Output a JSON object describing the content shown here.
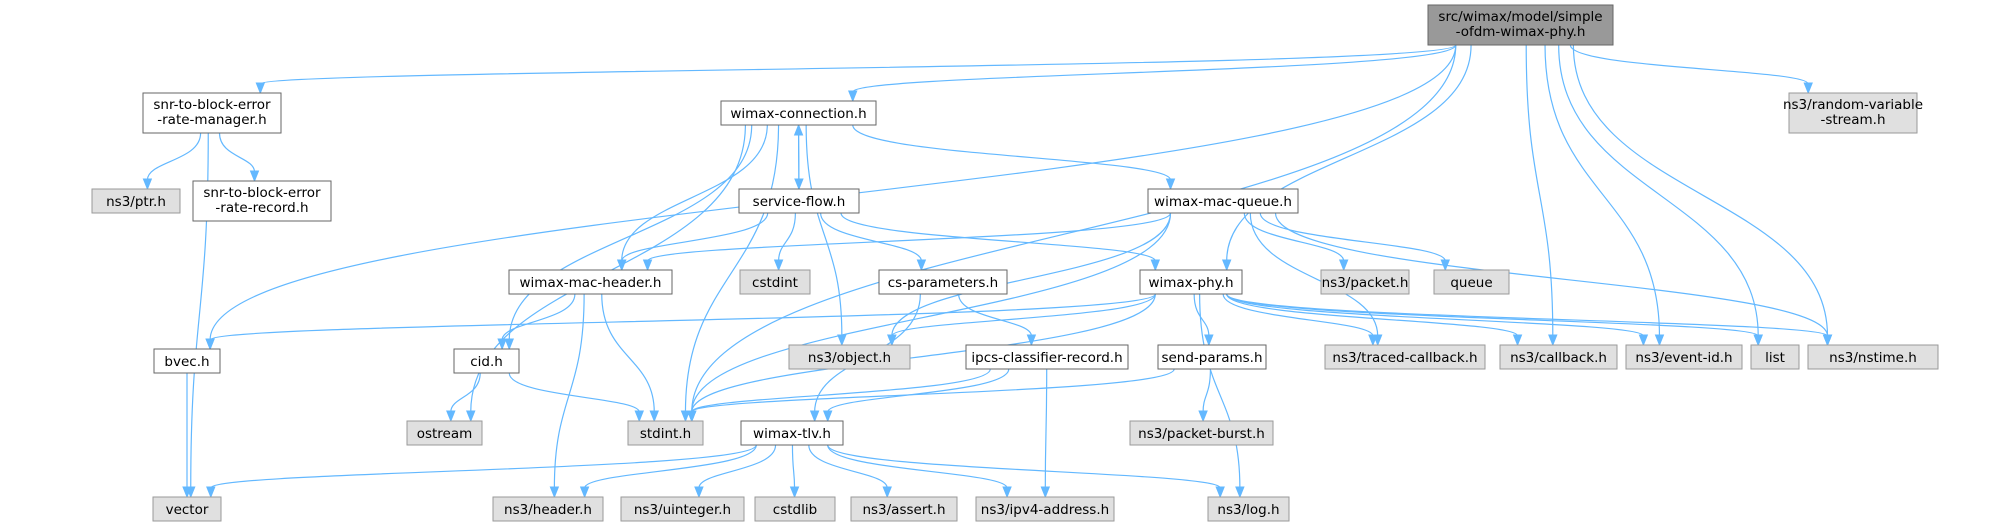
{
  "diagram": {
    "type": "include-dependency-graph",
    "colors": {
      "root_fill": "#999999",
      "root_border": "#666666",
      "documented_fill": "#ffffff",
      "documented_border": "#666666",
      "external_fill": "#e0e0e0",
      "external_border": "#999999",
      "edge": "#63b8ff"
    },
    "nodes": [
      {
        "id": "root",
        "lines": [
          "src/wimax/model/simple",
          "-ofdm-wimax-phy.h"
        ],
        "kind": "root"
      },
      {
        "id": "snr_mgr",
        "lines": [
          "snr-to-block-error",
          "-rate-manager.h"
        ],
        "kind": "documented"
      },
      {
        "id": "wimax_conn",
        "lines": [
          "wimax-connection.h"
        ],
        "kind": "documented"
      },
      {
        "id": "rand_var",
        "lines": [
          "ns3/random-variable",
          "-stream.h"
        ],
        "kind": "external"
      },
      {
        "id": "ptr",
        "lines": [
          "ns3/ptr.h"
        ],
        "kind": "external"
      },
      {
        "id": "snr_rec",
        "lines": [
          "snr-to-block-error",
          "-rate-record.h"
        ],
        "kind": "documented"
      },
      {
        "id": "service_flow",
        "lines": [
          "service-flow.h"
        ],
        "kind": "documented"
      },
      {
        "id": "mac_queue",
        "lines": [
          "wimax-mac-queue.h"
        ],
        "kind": "documented"
      },
      {
        "id": "mac_header",
        "lines": [
          "wimax-mac-header.h"
        ],
        "kind": "documented"
      },
      {
        "id": "cstdint",
        "lines": [
          "cstdint"
        ],
        "kind": "external"
      },
      {
        "id": "cs_params",
        "lines": [
          "cs-parameters.h"
        ],
        "kind": "documented"
      },
      {
        "id": "wimax_phy",
        "lines": [
          "wimax-phy.h"
        ],
        "kind": "documented"
      },
      {
        "id": "packet",
        "lines": [
          "ns3/packet.h"
        ],
        "kind": "external"
      },
      {
        "id": "queue",
        "lines": [
          "queue"
        ],
        "kind": "external"
      },
      {
        "id": "bvec",
        "lines": [
          "bvec.h"
        ],
        "kind": "documented"
      },
      {
        "id": "cid",
        "lines": [
          "cid.h"
        ],
        "kind": "documented"
      },
      {
        "id": "object",
        "lines": [
          "ns3/object.h"
        ],
        "kind": "external"
      },
      {
        "id": "ipcs",
        "lines": [
          "ipcs-classifier-record.h"
        ],
        "kind": "documented"
      },
      {
        "id": "send_params",
        "lines": [
          "send-params.h"
        ],
        "kind": "documented"
      },
      {
        "id": "traced_cb",
        "lines": [
          "ns3/traced-callback.h"
        ],
        "kind": "external"
      },
      {
        "id": "callback",
        "lines": [
          "ns3/callback.h"
        ],
        "kind": "external"
      },
      {
        "id": "event_id",
        "lines": [
          "ns3/event-id.h"
        ],
        "kind": "external"
      },
      {
        "id": "list",
        "lines": [
          "list"
        ],
        "kind": "external"
      },
      {
        "id": "nstime",
        "lines": [
          "ns3/nstime.h"
        ],
        "kind": "external"
      },
      {
        "id": "ostream",
        "lines": [
          "ostream"
        ],
        "kind": "external"
      },
      {
        "id": "stdint",
        "lines": [
          "stdint.h"
        ],
        "kind": "external"
      },
      {
        "id": "tlv",
        "lines": [
          "wimax-tlv.h"
        ],
        "kind": "documented"
      },
      {
        "id": "packet_burst",
        "lines": [
          "ns3/packet-burst.h"
        ],
        "kind": "external"
      },
      {
        "id": "vector",
        "lines": [
          "vector"
        ],
        "kind": "external"
      },
      {
        "id": "header",
        "lines": [
          "ns3/header.h"
        ],
        "kind": "external"
      },
      {
        "id": "uinteger",
        "lines": [
          "ns3/uinteger.h"
        ],
        "kind": "external"
      },
      {
        "id": "cstdlib",
        "lines": [
          "cstdlib"
        ],
        "kind": "external"
      },
      {
        "id": "assert",
        "lines": [
          "ns3/assert.h"
        ],
        "kind": "external"
      },
      {
        "id": "ipv4",
        "lines": [
          "ns3/ipv4-address.h"
        ],
        "kind": "external"
      },
      {
        "id": "log",
        "lines": [
          "ns3/log.h"
        ],
        "kind": "external"
      }
    ],
    "edges": [
      [
        "root",
        "snr_mgr"
      ],
      [
        "root",
        "wimax_conn"
      ],
      [
        "root",
        "rand_var"
      ],
      [
        "root",
        "bvec"
      ],
      [
        "root",
        "stdint"
      ],
      [
        "root",
        "wimax_phy"
      ],
      [
        "root",
        "callback"
      ],
      [
        "root",
        "event_id"
      ],
      [
        "root",
        "list"
      ],
      [
        "root",
        "nstime"
      ],
      [
        "snr_mgr",
        "ptr"
      ],
      [
        "snr_mgr",
        "snr_rec"
      ],
      [
        "snr_mgr",
        "vector"
      ],
      [
        "wimax_conn",
        "service_flow"
      ],
      [
        "wimax_conn",
        "mac_queue"
      ],
      [
        "wimax_conn",
        "mac_header"
      ],
      [
        "wimax_conn",
        "cid"
      ],
      [
        "wimax_conn",
        "ostream"
      ],
      [
        "wimax_conn",
        "stdint"
      ],
      [
        "wimax_conn",
        "object"
      ],
      [
        "service_flow",
        "wimax_conn"
      ],
      [
        "service_flow",
        "mac_header"
      ],
      [
        "service_flow",
        "cstdint"
      ],
      [
        "service_flow",
        "cs_params"
      ],
      [
        "service_flow",
        "wimax_phy"
      ],
      [
        "mac_queue",
        "mac_header"
      ],
      [
        "mac_queue",
        "packet"
      ],
      [
        "mac_queue",
        "queue"
      ],
      [
        "mac_queue",
        "object"
      ],
      [
        "mac_queue",
        "traced_cb"
      ],
      [
        "mac_queue",
        "nstime"
      ],
      [
        "mac_queue",
        "stdint"
      ],
      [
        "mac_header",
        "cid"
      ],
      [
        "mac_header",
        "header"
      ],
      [
        "mac_header",
        "stdint"
      ],
      [
        "cs_params",
        "ipcs"
      ],
      [
        "cs_params",
        "tlv"
      ],
      [
        "wimax_phy",
        "bvec"
      ],
      [
        "wimax_phy",
        "object"
      ],
      [
        "wimax_phy",
        "send_params"
      ],
      [
        "wimax_phy",
        "traced_cb"
      ],
      [
        "wimax_phy",
        "callback"
      ],
      [
        "wimax_phy",
        "event_id"
      ],
      [
        "wimax_phy",
        "list"
      ],
      [
        "wimax_phy",
        "nstime"
      ],
      [
        "wimax_phy",
        "stdint"
      ],
      [
        "wimax_phy",
        "log"
      ],
      [
        "bvec",
        "vector"
      ],
      [
        "cid",
        "ostream"
      ],
      [
        "cid",
        "stdint"
      ],
      [
        "ipcs",
        "stdint"
      ],
      [
        "ipcs",
        "ipv4"
      ],
      [
        "ipcs",
        "tlv"
      ],
      [
        "send_params",
        "stdint"
      ],
      [
        "send_params",
        "packet_burst"
      ],
      [
        "tlv",
        "vector"
      ],
      [
        "tlv",
        "header"
      ],
      [
        "tlv",
        "uinteger"
      ],
      [
        "tlv",
        "cstdlib"
      ],
      [
        "tlv",
        "assert"
      ],
      [
        "tlv",
        "ipv4"
      ],
      [
        "tlv",
        "log"
      ]
    ]
  }
}
